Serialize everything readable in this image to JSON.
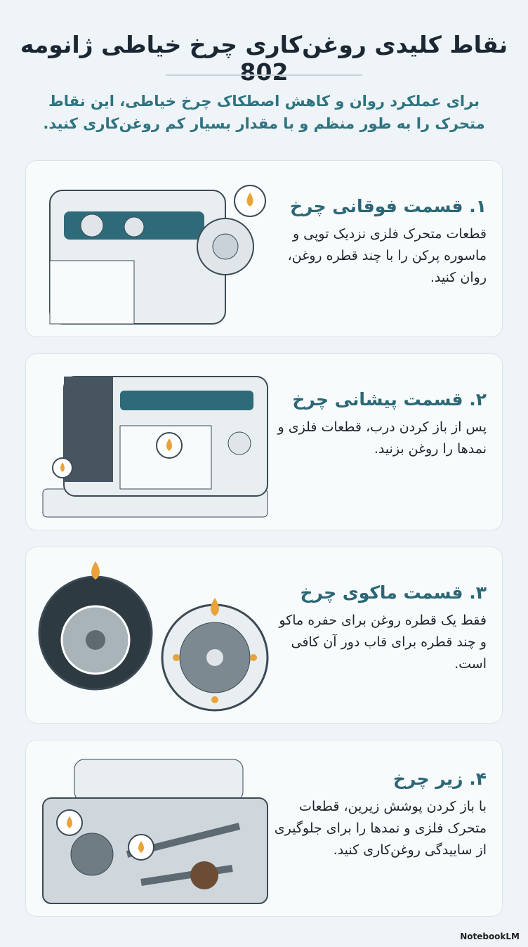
{
  "title": "نقاط کلیدی روغن‌کاری چرخ خیاطی ژانومه 802",
  "subtitle": "برای عملکرد روان و کاهش اصطکاک چرخ خیاطی، این نقاط متحرک را به طور منظم و با مقدار بسیار کم روغن‌کاری کنید.",
  "sections": [
    {
      "heading": "۱. قسمت فوقانی چرخ",
      "text": "قطعات متحرک فلزی نزدیک توپی و ماسوره پرکن را با چند قطره روغن، روان کنید."
    },
    {
      "heading": "۲. قسمت پیشانی چرخ",
      "text": "پس از باز کردن درب، قطعات فلزی و نمدها را روغن بزنید."
    },
    {
      "heading": "۳. قسمت ماکوی چرخ",
      "text": "فقط یک قطره روغن برای حفره ماکو و چند قطره برای قاب دور آن کافی است."
    },
    {
      "heading": "۴. زیر چرخ",
      "text": "با باز کردن پوشش زیرین، قطعات متحرک فلزی و نمدها را برای جلوگیری از ساییدگی روغن‌کاری کنید."
    }
  ],
  "brand": "NotebookLM",
  "colors": {
    "heading": "#2b6776",
    "oil": "#e8a33a",
    "body": "#1d252c"
  }
}
